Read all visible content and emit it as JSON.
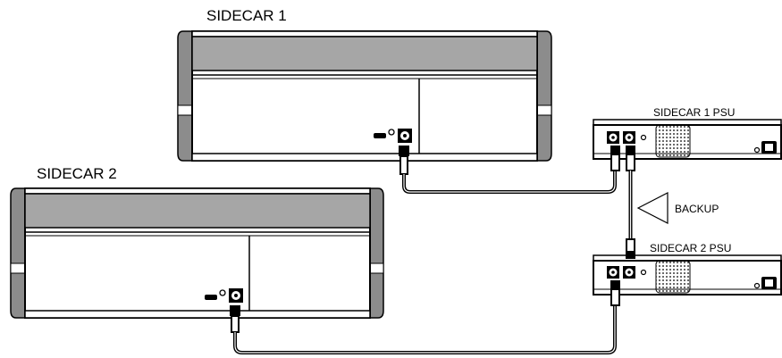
{
  "labels": {
    "sidecar1": "SIDECAR 1",
    "sidecar2": "SIDECAR 2",
    "psu1": "SIDECAR 1 PSU",
    "psu2": "SIDECAR 2 PSU",
    "backup": "BACKUP"
  },
  "colors": {
    "line": "#000000",
    "panel_grey": "#a6a6a6",
    "side_grey": "#8c8c8c",
    "background": "#ffffff"
  }
}
